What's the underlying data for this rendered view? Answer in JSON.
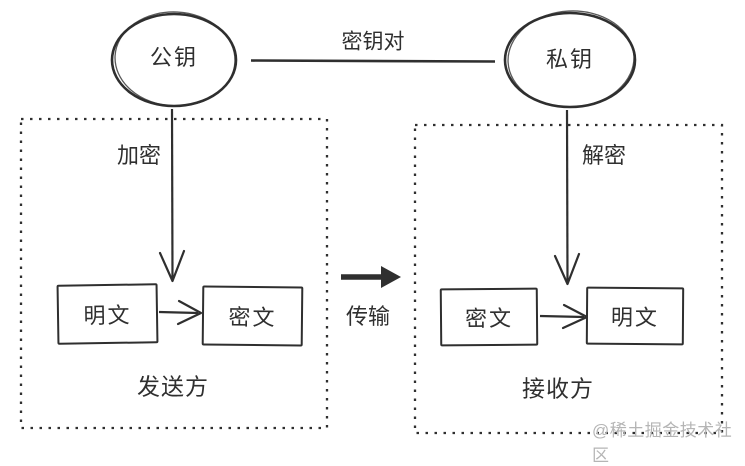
{
  "diagram": {
    "title_semantic": "asymmetric-encryption-flow",
    "key_pair_label": "密钥对",
    "public_key_label": "公钥",
    "private_key_label": "私钥",
    "encrypt_label": "加密",
    "decrypt_label": "解密",
    "transmit_label": "传输",
    "sender": {
      "title": "发送方",
      "box_plaintext": "明文",
      "box_ciphertext": "密文"
    },
    "receiver": {
      "title": "接收方",
      "box_ciphertext": "密文",
      "box_plaintext": "明文"
    },
    "watermark": "@稀土掘金技术社区"
  },
  "colors": {
    "ink": "#2f2f2f",
    "watermark": "#b5b5b5",
    "background": "#ffffff"
  }
}
